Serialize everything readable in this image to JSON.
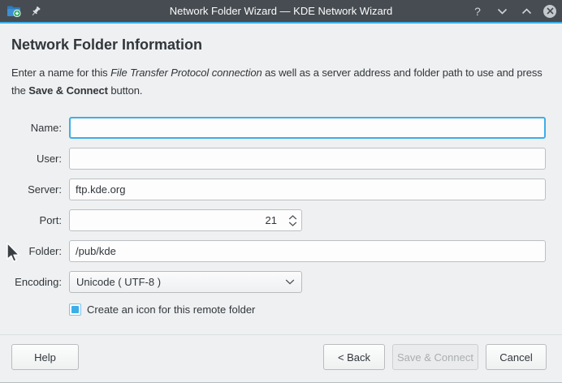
{
  "window": {
    "title": "Network Folder Wizard — KDE Network Wizard",
    "help_glyph": "?",
    "icons": [
      "folder-add-icon",
      "pin-icon",
      "help-icon",
      "chevron-down-icon",
      "chevron-up-icon",
      "close-icon"
    ]
  },
  "header": {
    "title": "Network Folder Information"
  },
  "description": {
    "part1": "Enter a name for this ",
    "italic": "File Transfer Protocol connection",
    "part2": " as well as a server address and folder path to use and press",
    "part3": "the ",
    "bold": "Save & Connect",
    "part4": " button."
  },
  "form": {
    "name": {
      "label": "Name:",
      "value": "",
      "placeholder": ""
    },
    "user": {
      "label": "User:",
      "value": "",
      "placeholder": ""
    },
    "server": {
      "label": "Server:",
      "value": "ftp.kde.org"
    },
    "port": {
      "label": "Port:",
      "value": "21"
    },
    "folder": {
      "label": "Folder:",
      "value": "/pub/kde"
    },
    "encoding": {
      "label": "Encoding:",
      "value": "Unicode ( UTF-8 )"
    },
    "checkbox": {
      "label": "Create an icon for this remote folder",
      "checked": true
    }
  },
  "buttons": {
    "help": "Help",
    "back": "< Back",
    "save_connect": "Save & Connect",
    "save_connect_enabled": false,
    "cancel": "Cancel"
  },
  "colors": {
    "accent": "#3daee9",
    "titlebar_bg": "#464c52",
    "window_bg": "#eff0f1",
    "focus_border": "#3daee9"
  }
}
